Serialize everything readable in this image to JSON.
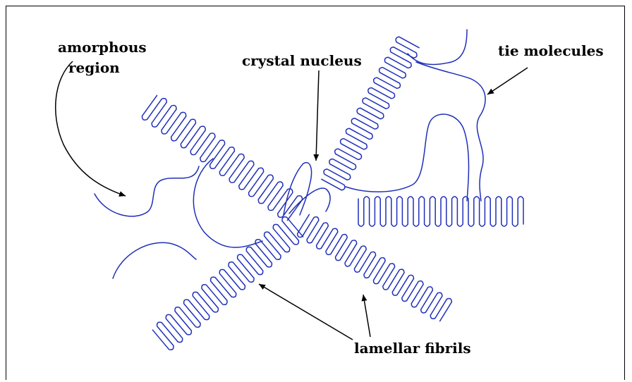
{
  "labels": {
    "amorphous_line1": "amorphous",
    "amorphous_line2": "region",
    "crystal_nucleus": "crystal nucleus",
    "tie_molecules": "tie molecules",
    "lamellar_fibrils": "lamellar fibrils"
  },
  "colors": {
    "chain": "#1f2fb8",
    "arrow": "#000000",
    "border": "#000000",
    "background": "#ffffff"
  }
}
